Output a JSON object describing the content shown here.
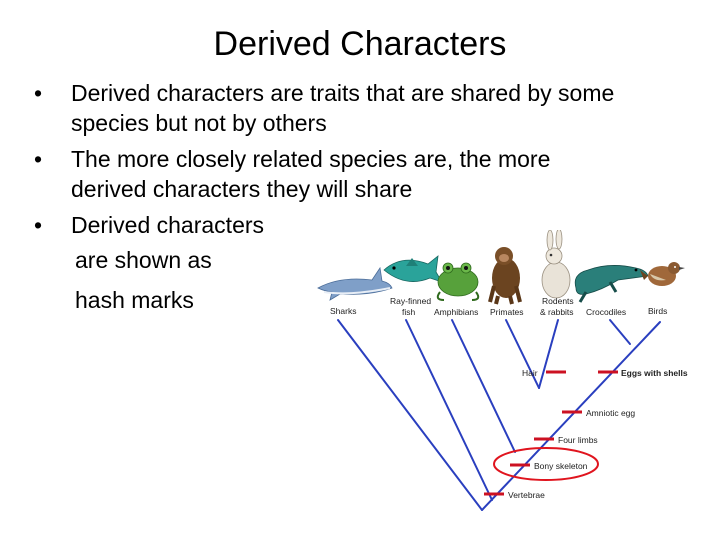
{
  "slide": {
    "title": "Derived Characters",
    "bullets": [
      {
        "lines": [
          "Derived characters are traits that are shared by some",
          "species but not by others"
        ]
      },
      {
        "lines": [
          "The more closely related species are, the more",
          "derived characters they will share"
        ]
      },
      {
        "lines": [
          "Derived characters"
        ],
        "continuation": [
          "are shown as",
          "hash marks"
        ]
      }
    ]
  },
  "cladogram": {
    "taxa": [
      {
        "label": [
          "Sharks"
        ],
        "icon": "shark-icon"
      },
      {
        "label": [
          "Ray-finned",
          "fish"
        ],
        "icon": "fish-icon"
      },
      {
        "label": [
          "Amphibians"
        ],
        "icon": "frog-icon"
      },
      {
        "label": [
          "Primates"
        ],
        "icon": "monkey-icon"
      },
      {
        "label": [
          "Rodents",
          "& rabbits"
        ],
        "icon": "rabbit-icon"
      },
      {
        "label": [
          "Crocodiles"
        ],
        "icon": "crocodile-icon"
      },
      {
        "label": [
          "Birds"
        ],
        "icon": "bird-icon"
      }
    ],
    "traits": [
      {
        "label": "Hair",
        "bold": false
      },
      {
        "label": "Eggs with shells",
        "bold": true
      },
      {
        "label": "Amniotic egg",
        "bold": false
      },
      {
        "label": "Four limbs",
        "bold": false
      },
      {
        "label": "Bony skeleton",
        "bold": false
      },
      {
        "label": "Vertebrae",
        "bold": false
      }
    ],
    "colors": {
      "branch": "#2a3fbf",
      "hash": "#cc1122",
      "highlight": "#e0141e"
    }
  }
}
